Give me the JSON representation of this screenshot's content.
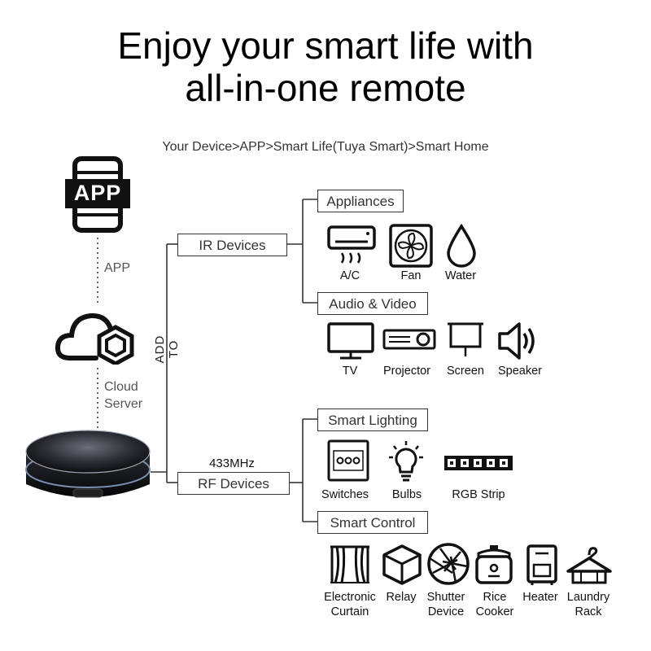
{
  "title_line1": "Enjoy your smart life with",
  "title_line2": "all-in-one remote",
  "path": "Your Device>APP>Smart Life(Tuya Smart)>Smart Home",
  "app_badge": "APP",
  "app_label": "APP",
  "cloud_label_1": "Cloud",
  "cloud_label_2": "Server",
  "add_to": "ADD TO",
  "ir": {
    "label": "IR Devices",
    "appliances": {
      "label": "Appliances",
      "items": [
        "A/C",
        "Fan",
        "Water"
      ]
    },
    "audio_video": {
      "label": "Audio & Video",
      "items": [
        "TV",
        "Projector",
        "Screen",
        "Speaker"
      ]
    }
  },
  "rf": {
    "freq": "433MHz",
    "label": "RF Devices",
    "smart_lighting": {
      "label": "Smart Lighting",
      "items": [
        "Switches",
        "Bulbs",
        "RGB Strip"
      ]
    },
    "smart_control": {
      "label": "Smart Control",
      "items": [
        {
          "l1": "Electronic",
          "l2": "Curtain"
        },
        {
          "l1": "Relay",
          "l2": ""
        },
        {
          "l1": "Shutter",
          "l2": "Device"
        },
        {
          "l1": "Rice",
          "l2": "Cooker"
        },
        {
          "l1": "Heater",
          "l2": ""
        },
        {
          "l1": "Laundry",
          "l2": "Rack"
        }
      ]
    }
  }
}
